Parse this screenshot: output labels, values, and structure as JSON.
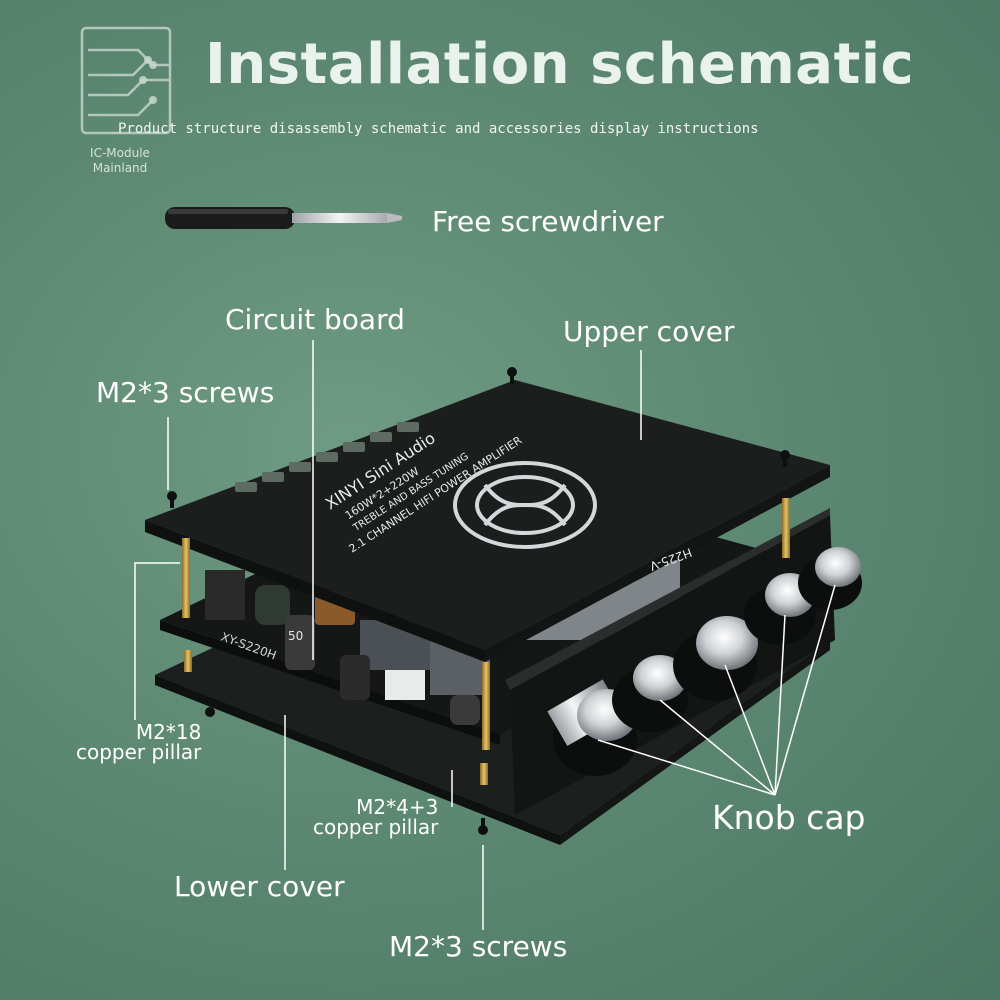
{
  "header": {
    "title": "Installation schematic",
    "subtitle": "Product structure disassembly schematic and accessories display instructions"
  },
  "logo": {
    "line1": "IC-Module",
    "line2": "Mainland"
  },
  "callouts": {
    "screwdriver": "Free screwdriver",
    "circuit_board": "Circuit board",
    "upper_cover": "Upper cover",
    "m2x3_screws_top": "M2*3 screws",
    "m2x18_line1": "M2*18",
    "m2x18_line2": "copper pillar",
    "m2x4_line1": "M2*4+3",
    "m2x4_line2": "copper pillar",
    "knob_cap": "Knob cap",
    "lower_cover": "Lower cover",
    "m2x3_screws_bottom": "M2*3 screws"
  },
  "board": {
    "brand": "XINYI Sini Audio",
    "power": "160W*2+220W",
    "tuning": "TREBLE AND BASS TUNING",
    "channel": "2.1 CHANNEL HIFI POWER AMPLIFIER",
    "model": "H225-V",
    "pcb_model": "XY-S220H",
    "cap_label": "50"
  },
  "colors": {
    "background": "#5f8b75",
    "text": "#ffffff",
    "board": "#1c1e1d",
    "brass": "#c9a44a"
  }
}
